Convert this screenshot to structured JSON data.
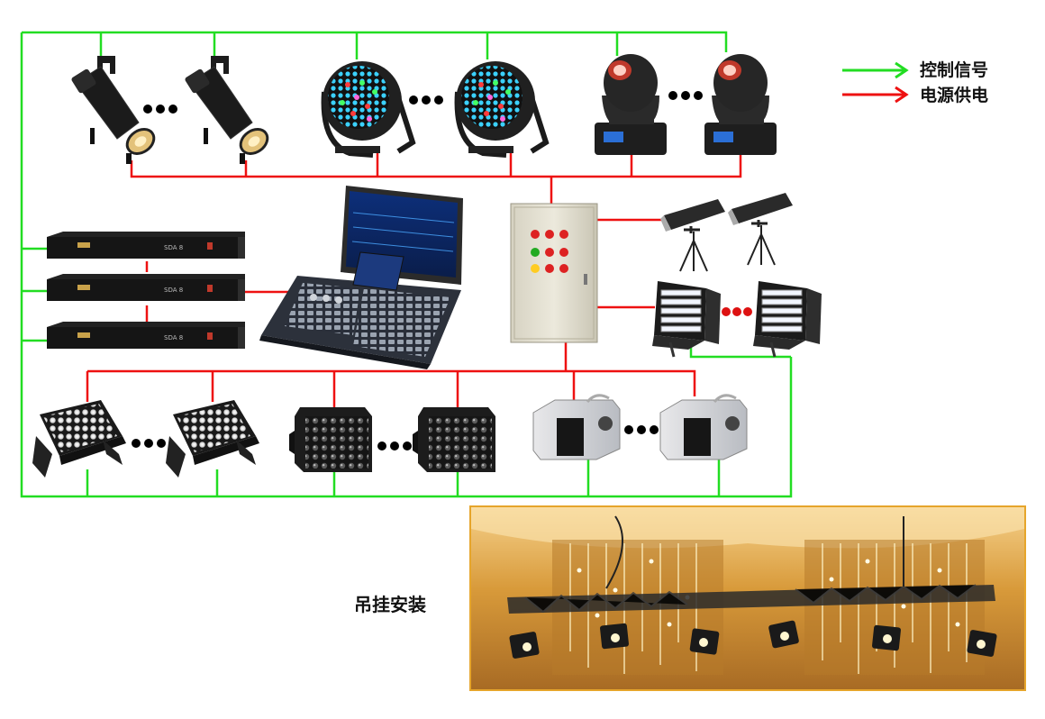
{
  "legend": {
    "control": {
      "label": "控制信号",
      "color": "#22dd22"
    },
    "power": {
      "label": "电源供电",
      "color": "#ee1111"
    }
  },
  "mount_label": "吊挂安装",
  "devices": {
    "profile_spot": "profile-spot-light",
    "led_par": "led-par-light",
    "moving_head": "moving-head-light",
    "dmx_distributor": "dmx-signal-distributor",
    "dmx_distributor_panel_label": "SDA 8",
    "lighting_console": "lighting-console",
    "power_cabinet": "power-distribution-cabinet",
    "follow_spot": "follow-spot",
    "soft_light": "tricolor-soft-light",
    "wall_washer": "led-wall-washer",
    "matrix_blinder": "led-matrix-light",
    "fog_machine": "fog-machine"
  }
}
